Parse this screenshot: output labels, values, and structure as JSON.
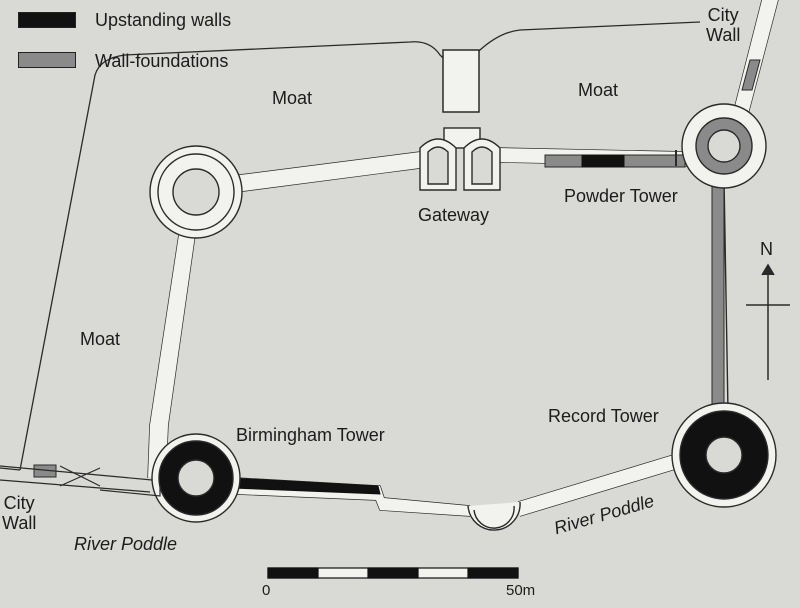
{
  "legend": {
    "upstanding": {
      "label": "Upstanding walls",
      "color": "#111111"
    },
    "foundations": {
      "label": "Wall-foundations",
      "color": "#8a8a8a"
    }
  },
  "labels": {
    "moat_north_left": "Moat",
    "moat_north_right": "Moat",
    "moat_west": "Moat",
    "gateway": "Gateway",
    "powder_tower": "Powder Tower",
    "record_tower": "Record Tower",
    "birmingham_tower": "Birmingham Tower",
    "river_poddle_left": "River Poddle",
    "river_poddle_right": "River Poddle",
    "city_wall_left_1": "City",
    "city_wall_left_2": "Wall",
    "city_wall_right_1": "City",
    "city_wall_right_2": "Wall",
    "north": "N"
  },
  "scale": {
    "start": "0",
    "end": "50m"
  },
  "colors": {
    "paper": "#d9d9d6",
    "line": "#2a2a2a",
    "fill_light": "#f2f2ef"
  }
}
